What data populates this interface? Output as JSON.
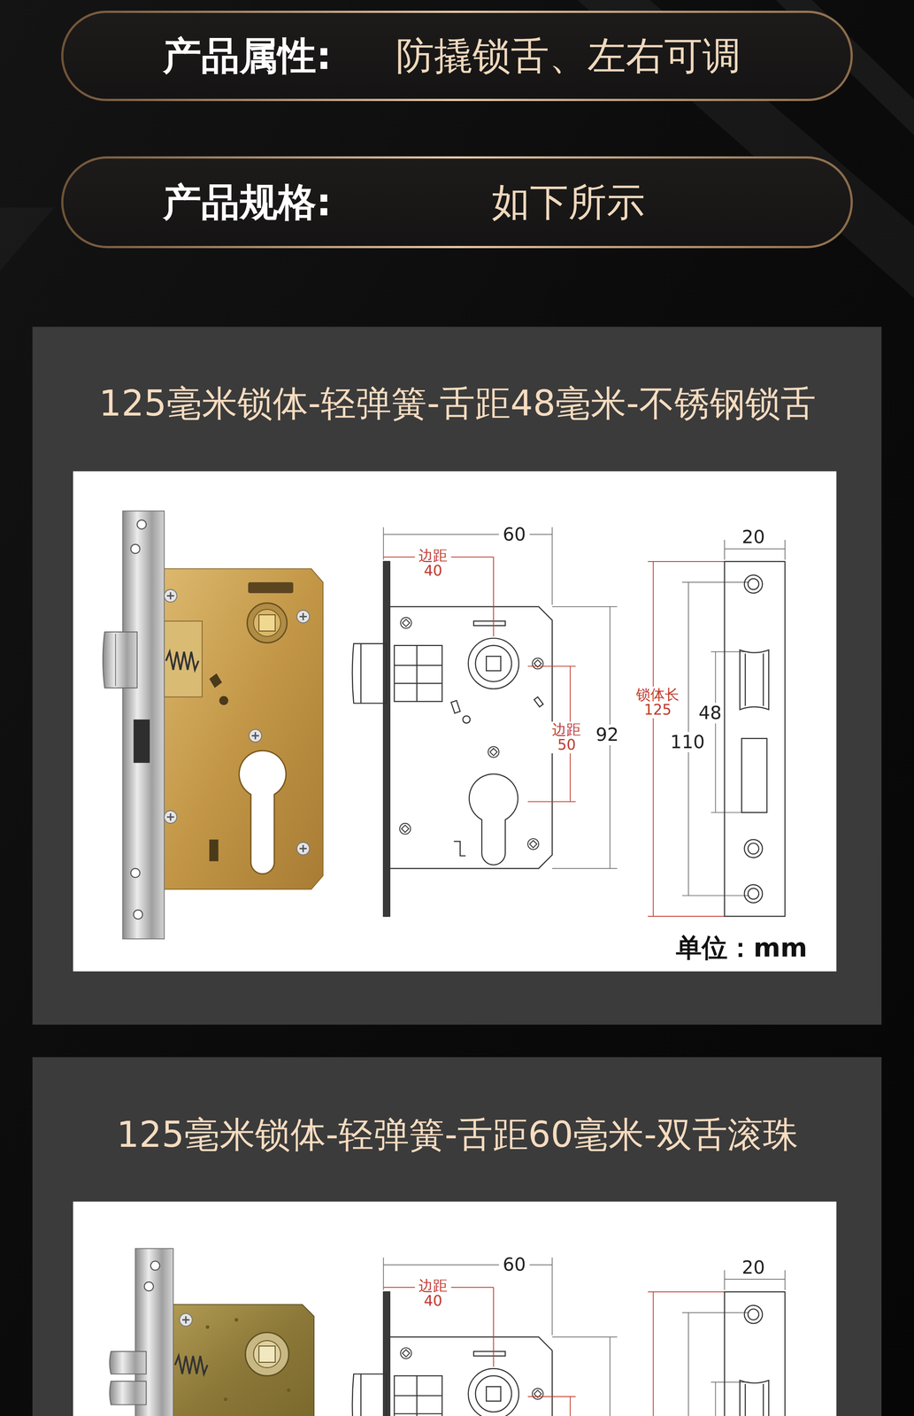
{
  "diagram": {
    "nodes": [
      {
        "text": [
          "产品属性:",
          "防撬锁舌、左右可调"
        ]
      },
      {
        "text": [
          "产品规格:",
          "如下所示"
        ]
      },
      {
        "text": [
          "125毫米锁体-轻弹簧-舌距48毫米-不锈钢锁舌"
        ]
      },
      {
        "text": [
          "125毫米锁体-轻弹簧-舌距60毫米-双舌滚珠"
        ]
      }
    ],
    "labels": [
      "60",
      "边距 40",
      "边距 50",
      "92",
      "锁体长 125",
      "48",
      "110",
      "20",
      "单位：mm",
      "60",
      "边距 40",
      "20"
    ]
  }
}
